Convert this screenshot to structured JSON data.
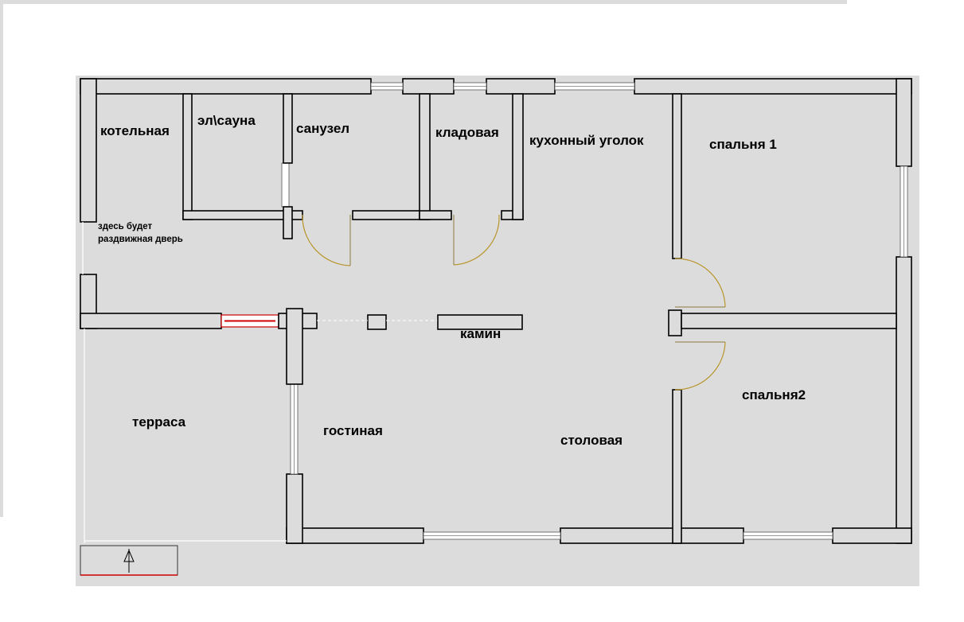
{
  "rooms": {
    "boiler_room": "котельная",
    "sauna": "эл\\сауна",
    "bathroom": "санузел",
    "pantry": "кладовая",
    "kitchen_corner": "кухонный уголок",
    "bedroom_1": "спальня 1",
    "bedroom_2": "спальня2",
    "fireplace": "камин",
    "terrace": "терраса",
    "living_room": "гостиная",
    "dining_room": "столовая"
  },
  "notes": {
    "sliding_door_line1": "здесь будет",
    "sliding_door_line2": "раздвижная дверь"
  },
  "colors": {
    "floor": "#dcdcdc",
    "wall_outline": "#000000",
    "door_arc": "#b8962c",
    "red_marking": "#cc0000"
  }
}
